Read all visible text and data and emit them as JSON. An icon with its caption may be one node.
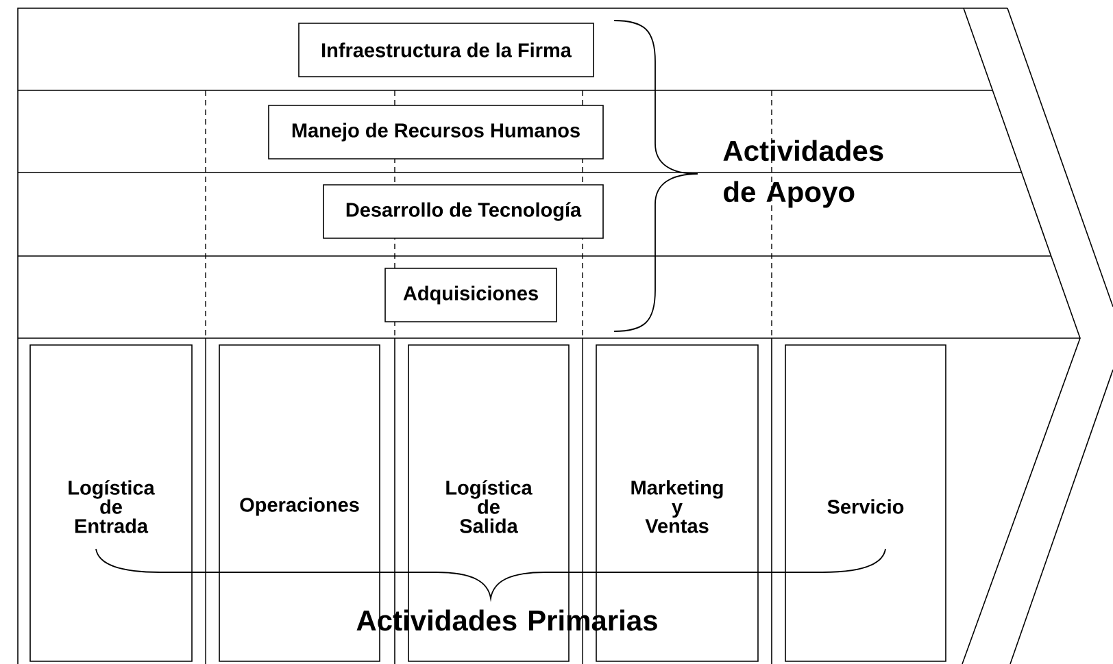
{
  "diagram": {
    "nodes": [
      {
        "text": [
          "Infraestructura de la Firma"
        ]
      },
      {
        "text": [
          "Manejo de Recursos Humanos"
        ]
      },
      {
        "text": [
          "Desarrollo de Tecnología"
        ]
      },
      {
        "text": [
          "Adquisiciones"
        ]
      },
      {
        "text": [
          "Logística de Entrada"
        ]
      },
      {
        "text": [
          "Operaciones"
        ]
      },
      {
        "text": [
          "Logística de Salida"
        ]
      },
      {
        "text": [
          "Marketing y Ventas"
        ]
      },
      {
        "text": [
          "Servicio"
        ]
      }
    ],
    "labels": [
      "Actividades de Apoyo",
      "Actividades Primarias"
    ]
  }
}
